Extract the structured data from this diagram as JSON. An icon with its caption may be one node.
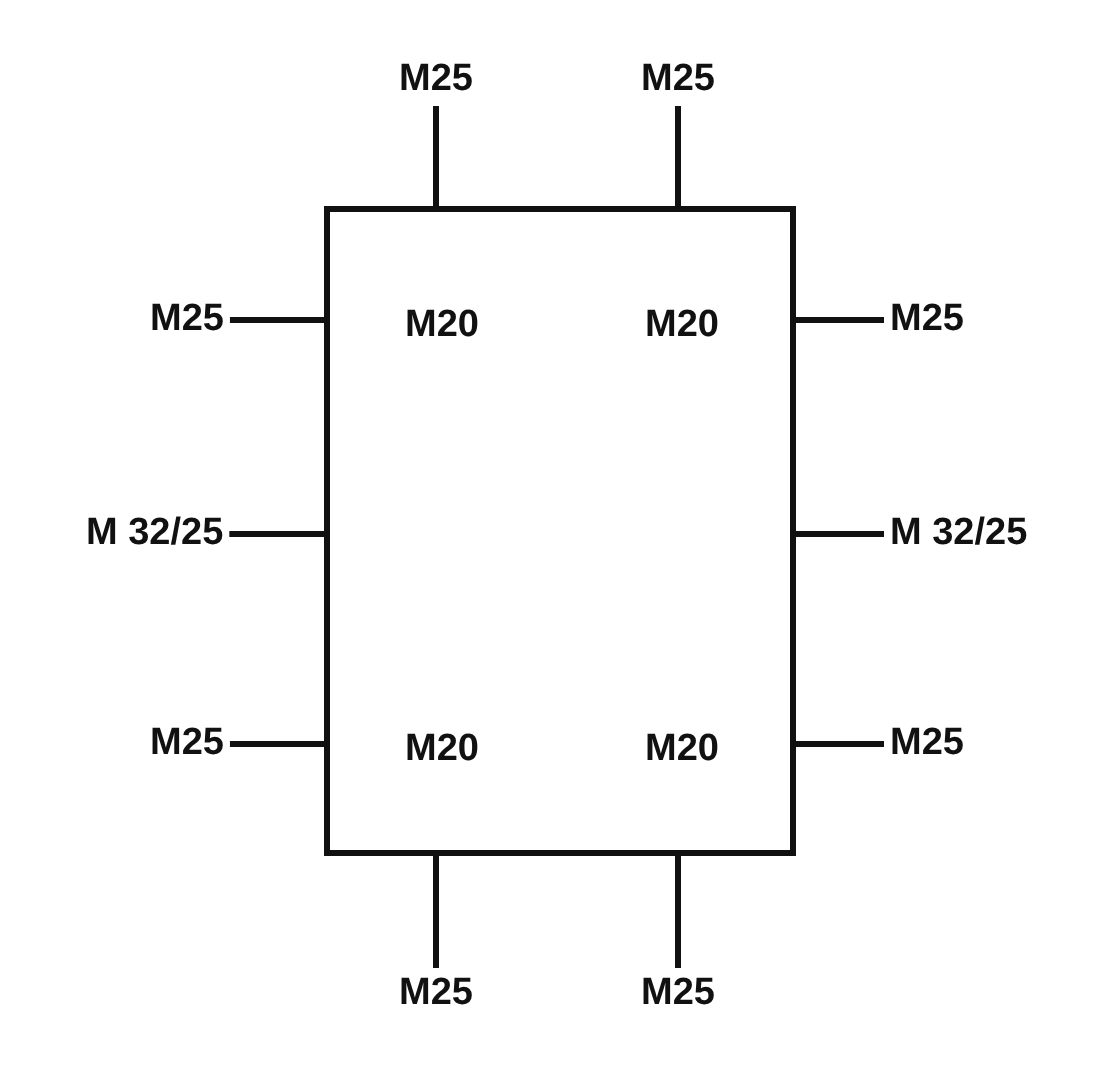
{
  "diagram": {
    "nodes": [
      {
        "text": [
          "M20",
          "M20",
          "M20",
          "M20"
        ]
      },
      {
        "text": [
          "M25"
        ]
      },
      {
        "text": [
          "M25"
        ]
      },
      {
        "text": [
          "M25"
        ]
      },
      {
        "text": [
          "M25"
        ]
      },
      {
        "text": [
          "M 32/25"
        ]
      },
      {
        "text": [
          "M 32/25"
        ]
      },
      {
        "text": [
          "M25"
        ]
      },
      {
        "text": [
          "M25"
        ]
      },
      {
        "text": [
          "M25"
        ]
      },
      {
        "text": [
          "M25"
        ]
      }
    ],
    "edges": [
      {
        "from": 1,
        "to": 0,
        "arrow": "none"
      },
      {
        "from": 2,
        "to": 0,
        "arrow": "none"
      },
      {
        "from": 3,
        "to": 0,
        "arrow": "none"
      },
      {
        "from": 4,
        "to": 0,
        "arrow": "none"
      },
      {
        "from": 5,
        "to": 0,
        "arrow": "none"
      },
      {
        "from": 6,
        "to": 0,
        "arrow": "none"
      },
      {
        "from": 7,
        "to": 0,
        "arrow": "none"
      },
      {
        "from": 8,
        "to": 0,
        "arrow": "none"
      },
      {
        "from": 9,
        "to": 0,
        "arrow": "none"
      },
      {
        "from": 10,
        "to": 0,
        "arrow": "none"
      }
    ]
  }
}
